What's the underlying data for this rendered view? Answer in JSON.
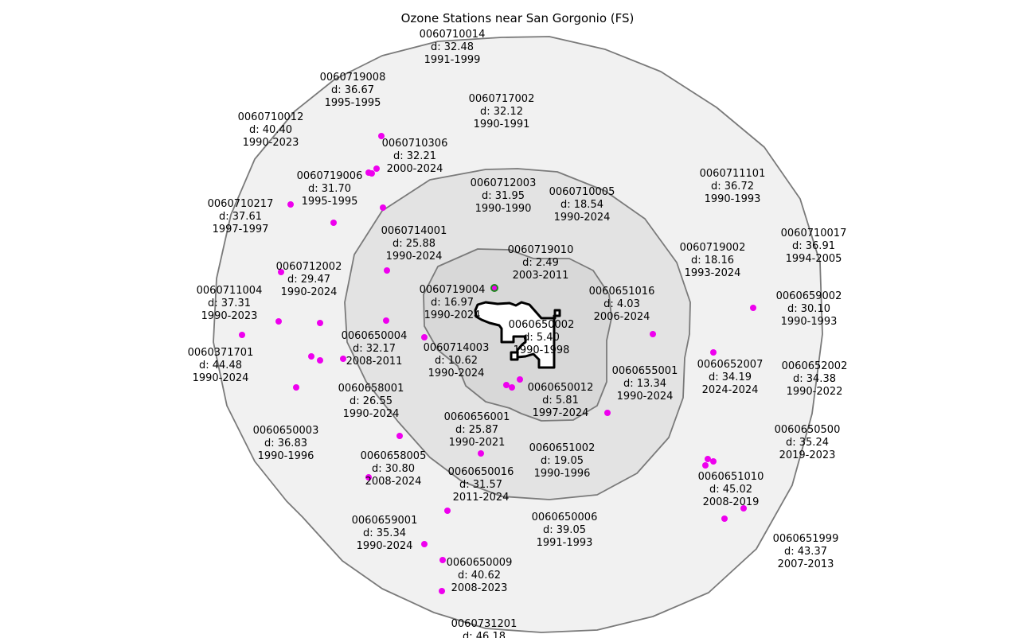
{
  "title": "Ozone Stations near San Gorgonio (FS)",
  "colors": {
    "station": "#ee00ee",
    "highlight_ring": "#1a8a1a",
    "outer_buffer": "#f1f1f1",
    "middle_buffer": "#e3e3e3",
    "inner_buffer": "#d8d8d8",
    "buffer_edge": "#7a7a7a",
    "boundary": "#000000"
  },
  "stations": [
    {
      "id": "0060710014",
      "d": "d: 32.48",
      "years": "1991-1999"
    },
    {
      "id": "0060719008",
      "d": "d: 36.67",
      "years": "1995-1995"
    },
    {
      "id": "0060717002",
      "d": "d: 32.12",
      "years": "1990-1991"
    },
    {
      "id": "0060710012",
      "d": "d: 40.40",
      "years": "1990-2023"
    },
    {
      "id": "0060710306",
      "d": "d: 32.21",
      "years": "2000-2024"
    },
    {
      "id": "0060719006",
      "d": "d: 31.70",
      "years": "1995-1995"
    },
    {
      "id": "0060710217",
      "d": "d: 37.61",
      "years": "1997-1997"
    },
    {
      "id": "0060712003",
      "d": "d: 31.95",
      "years": "1990-1990"
    },
    {
      "id": "0060710005",
      "d": "d: 18.54",
      "years": "1990-2024"
    },
    {
      "id": "0060711101",
      "d": "d: 36.72",
      "years": "1990-1993"
    },
    {
      "id": "0060710017",
      "d": "d: 36.91",
      "years": "1994-2005"
    },
    {
      "id": "0060714001",
      "d": "d: 25.88",
      "years": "1990-2024"
    },
    {
      "id": "0060719010",
      "d": "d: 2.49",
      "years": "2003-2011"
    },
    {
      "id": "0060719002",
      "d": "d: 18.16",
      "years": "1993-2024"
    },
    {
      "id": "0060712002",
      "d": "d: 29.47",
      "years": "1990-2024"
    },
    {
      "id": "0060711004",
      "d": "d: 37.31",
      "years": "1990-2023"
    },
    {
      "id": "0060719004",
      "d": "d: 16.97",
      "years": "1990-2024"
    },
    {
      "id": "0060651016",
      "d": "d: 4.03",
      "years": "2006-2024"
    },
    {
      "id": "0060659002",
      "d": "d: 30.10",
      "years": "1990-1993"
    },
    {
      "id": "0060650002",
      "d": "d: 5.40",
      "years": "1990-1998"
    },
    {
      "id": "0060650004",
      "d": "d: 32.17",
      "years": "2008-2011"
    },
    {
      "id": "0060714003",
      "d": "d: 10.62",
      "years": "1990-2024"
    },
    {
      "id": "0060371701",
      "d": "d: 44.48",
      "years": "1990-2024"
    },
    {
      "id": "0060652007",
      "d": "d: 34.19",
      "years": "2024-2024"
    },
    {
      "id": "0060655001",
      "d": "d: 13.34",
      "years": "1990-2024"
    },
    {
      "id": "0060652002",
      "d": "d: 34.38",
      "years": "1990-2022"
    },
    {
      "id": "0060658001",
      "d": "d: 26.55",
      "years": "1990-2024"
    },
    {
      "id": "0060650012",
      "d": "d: 5.81",
      "years": "1997-2024"
    },
    {
      "id": "0060656001",
      "d": "d: 25.87",
      "years": "1990-2021"
    },
    {
      "id": "0060650003",
      "d": "d: 36.83",
      "years": "1990-1996"
    },
    {
      "id": "0060650500",
      "d": "d: 35.24",
      "years": "2019-2023"
    },
    {
      "id": "0060651002",
      "d": "d: 19.05",
      "years": "1990-1996"
    },
    {
      "id": "0060658005",
      "d": "d: 30.80",
      "years": "2008-2024"
    },
    {
      "id": "0060650016",
      "d": "d: 31.57",
      "years": "2011-2024"
    },
    {
      "id": "0060651010",
      "d": "d: 45.02",
      "years": "2008-2019"
    },
    {
      "id": "0060650006",
      "d": "d: 39.05",
      "years": "1991-1993"
    },
    {
      "id": "0060659001",
      "d": "d: 35.34",
      "years": "1990-2024"
    },
    {
      "id": "0060651999",
      "d": "d: 43.37",
      "years": "2007-2013"
    },
    {
      "id": "0060650009",
      "d": "d: 40.62",
      "years": "2008-2023"
    },
    {
      "id": "0060731201",
      "d": "d: 46.18"
    }
  ]
}
